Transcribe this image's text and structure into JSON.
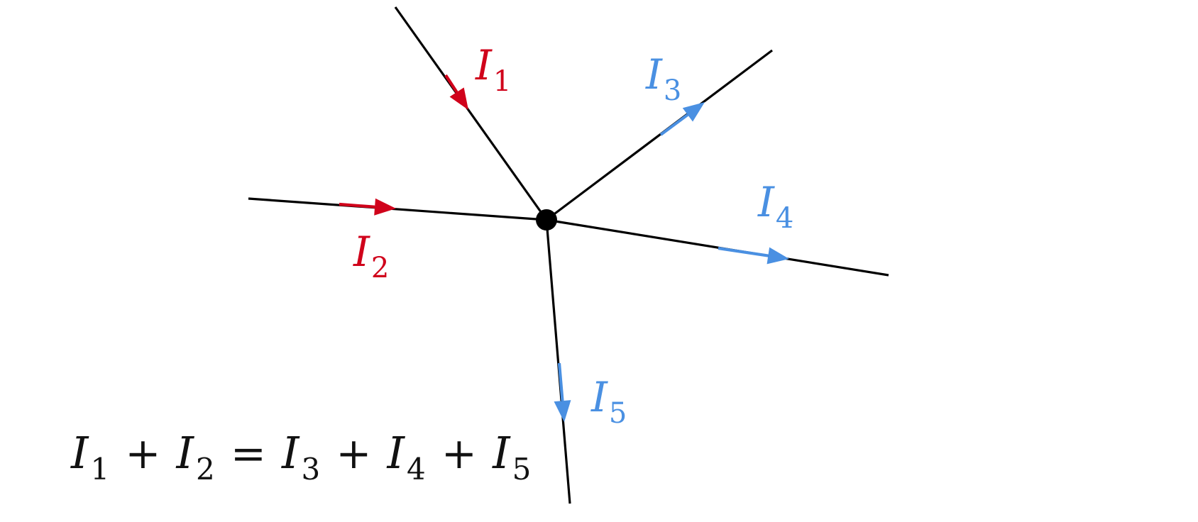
{
  "colors": {
    "in": "#d0021b",
    "out": "#4a90e2",
    "wire": "#000000",
    "node": "#000000"
  },
  "currents": [
    {
      "symbol": "I",
      "sub": "1",
      "direction": "in"
    },
    {
      "symbol": "I",
      "sub": "2",
      "direction": "in"
    },
    {
      "symbol": "I",
      "sub": "3",
      "direction": "out"
    },
    {
      "symbol": "I",
      "sub": "4",
      "direction": "out"
    },
    {
      "symbol": "I",
      "sub": "5",
      "direction": "out"
    }
  ],
  "equation": {
    "terms": [
      {
        "symbol": "I",
        "sub": "1"
      },
      {
        "op": "+"
      },
      {
        "symbol": "I",
        "sub": "2"
      },
      {
        "op": "="
      },
      {
        "symbol": "I",
        "sub": "3"
      },
      {
        "op": "+"
      },
      {
        "symbol": "I",
        "sub": "4"
      },
      {
        "op": "+"
      },
      {
        "symbol": "I",
        "sub": "5"
      }
    ]
  }
}
